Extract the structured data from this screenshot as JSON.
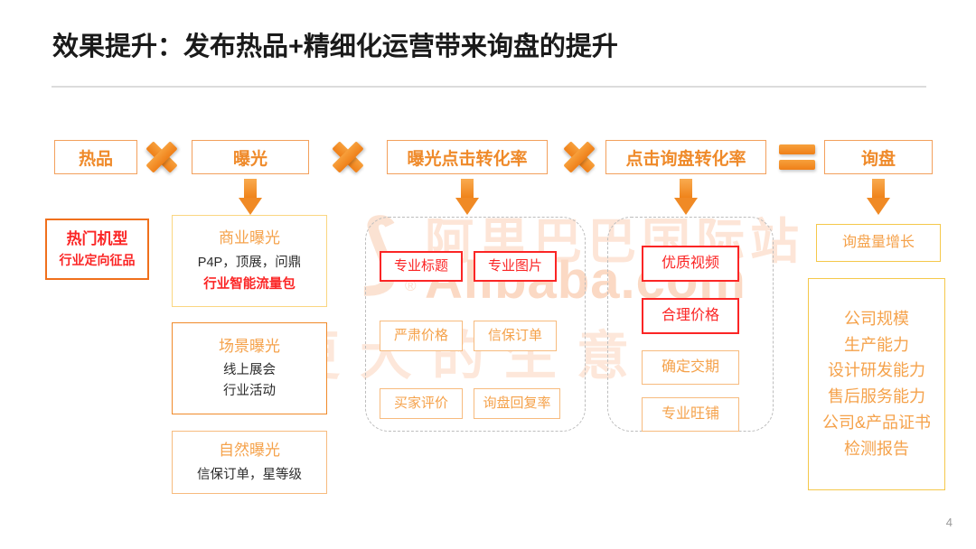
{
  "slide": {
    "title": "效果提升：发布热品+精细化运营带来询盘的提升",
    "page_number": "4",
    "accent_orange": "#ef8a2a",
    "accent_red": "#fb2525",
    "accent_gold": "#f5c84b",
    "divider_color": "#dcdcdc"
  },
  "watermark": {
    "cn": "阿里巴巴国际站",
    "en": "Alibaba.com",
    "registered": "®",
    "slogan": "更大的生意",
    "color": "#fbe2d2"
  },
  "formula": {
    "items": [
      {
        "label": "热品"
      },
      {
        "label": "曝光"
      },
      {
        "label": "曝光点击转化率"
      },
      {
        "label": "点击询盘转化率"
      },
      {
        "label": "询盘"
      }
    ],
    "operators": [
      "×",
      "×",
      "×",
      "="
    ]
  },
  "columns": {
    "hot_product": {
      "card": {
        "heading": "热门机型",
        "sub": "行业定向征品"
      }
    },
    "exposure": {
      "cards": [
        {
          "heading": "商业曝光",
          "lines": [
            "P4P，顶展，问鼎",
            "行业智能流量包"
          ]
        },
        {
          "heading": "场景曝光",
          "lines": [
            "线上展会",
            "行业活动"
          ]
        },
        {
          "heading": "自然曝光",
          "lines": [
            "信保订单，星等级"
          ]
        }
      ]
    },
    "exposure_click_rate": {
      "tags": [
        {
          "label": "专业标题",
          "highlight": true
        },
        {
          "label": "专业图片",
          "highlight": true
        },
        {
          "label": "严肃价格",
          "highlight": false
        },
        {
          "label": "信保订单",
          "highlight": false
        },
        {
          "label": "买家评价",
          "highlight": false
        },
        {
          "label": "询盘回复率",
          "highlight": false
        }
      ]
    },
    "click_inquiry_rate": {
      "tags": [
        {
          "label": "优质视频",
          "highlight": true
        },
        {
          "label": "合理价格",
          "highlight": true
        },
        {
          "label": "确定交期",
          "highlight": false
        },
        {
          "label": "专业旺铺",
          "highlight": false
        }
      ]
    },
    "inquiry": {
      "top_card": "询盘量增长",
      "list": [
        "公司规模",
        "生产能力",
        "设计研发能力",
        "售后服务能力",
        "公司&产品证书",
        "检测报告"
      ]
    }
  }
}
